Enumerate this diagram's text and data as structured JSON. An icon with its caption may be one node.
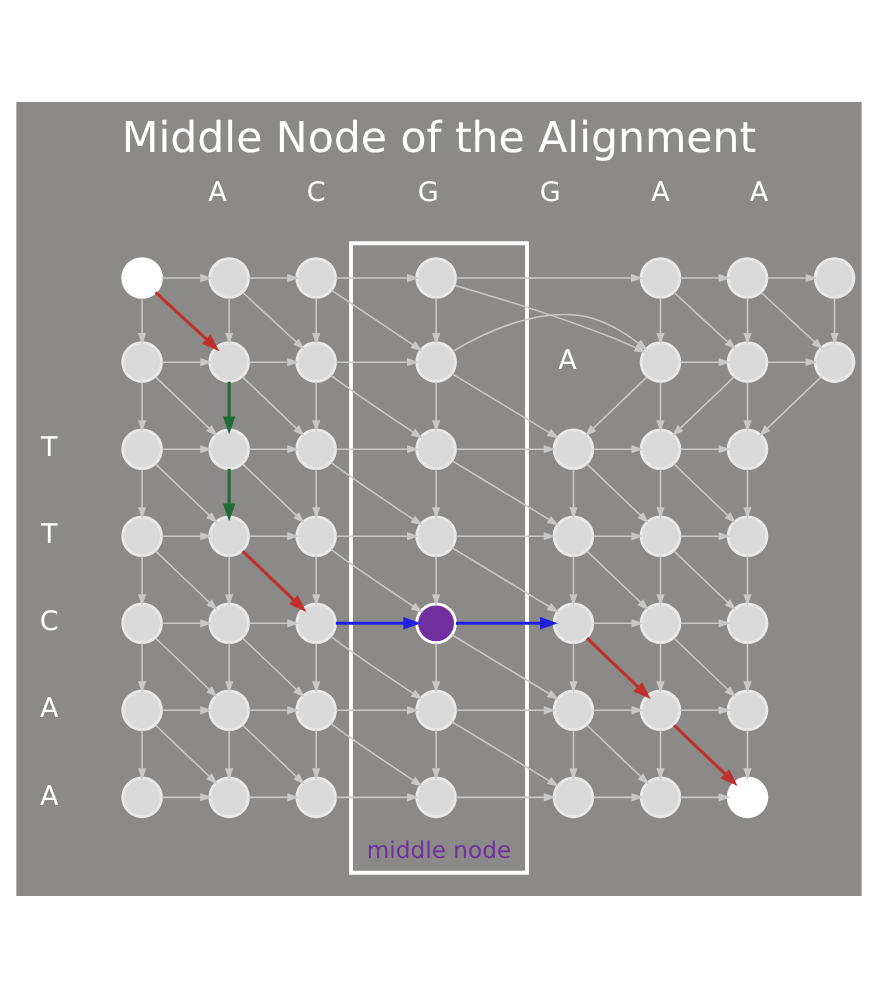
{
  "diagram": {
    "title": "Middle Node of the Alignment",
    "nodes": [
      {
        "text": [
          "middle node"
        ]
      },
      {
        "text": [],
        "shape": "circle"
      },
      {
        "text": [],
        "shape": "circle"
      },
      {
        "text": [],
        "shape": "circle"
      },
      {
        "text": [],
        "shape": "circle",
        "in": 0
      },
      {
        "text": [],
        "shape": "circle"
      },
      {
        "text": [],
        "shape": "circle"
      },
      {
        "text": [],
        "shape": "circle"
      },
      {
        "text": [],
        "shape": "circle"
      },
      {
        "text": [],
        "shape": "circle"
      },
      {
        "text": [],
        "shape": "circle"
      },
      {
        "text": [],
        "shape": "circle",
        "in": 0
      },
      {
        "text": [],
        "shape": "circle"
      },
      {
        "text": [],
        "shape": "circle"
      },
      {
        "text": [],
        "shape": "circle"
      },
      {
        "text": [],
        "shape": "circle"
      },
      {
        "text": [],
        "shape": "circle"
      },
      {
        "text": [],
        "shape": "circle"
      },
      {
        "text": [],
        "shape": "circle",
        "in": 0
      },
      {
        "text": [],
        "shape": "circle"
      },
      {
        "text": [],
        "shape": "circle"
      },
      {
        "text": [],
        "shape": "circle"
      },
      {
        "text": [],
        "shape": "circle"
      },
      {
        "text": [],
        "shape": "circle"
      },
      {
        "text": [],
        "shape": "circle"
      },
      {
        "text": [],
        "shape": "circle",
        "in": 0
      },
      {
        "text": [],
        "shape": "circle"
      },
      {
        "text": [],
        "shape": "circle"
      },
      {
        "text": [],
        "shape": "circle"
      },
      {
        "text": [],
        "shape": "circle"
      },
      {
        "text": [],
        "shape": "circle"
      },
      {
        "text": [],
        "shape": "circle"
      },
      {
        "text": [],
        "shape": "circle",
        "in": 0
      },
      {
        "text": [],
        "shape": "circle"
      },
      {
        "text": [],
        "shape": "circle"
      },
      {
        "text": [],
        "shape": "circle"
      },
      {
        "text": [],
        "shape": "circle"
      },
      {
        "text": [],
        "shape": "circle"
      },
      {
        "text": [],
        "shape": "circle"
      },
      {
        "text": [],
        "shape": "circle",
        "in": 0
      },
      {
        "text": [],
        "shape": "circle"
      },
      {
        "text": [],
        "shape": "circle"
      },
      {
        "text": [],
        "shape": "circle"
      },
      {
        "text": [],
        "shape": "circle"
      },
      {
        "text": [],
        "shape": "circle"
      },
      {
        "text": [],
        "shape": "circle"
      },
      {
        "text": [],
        "shape": "circle",
        "in": 0
      },
      {
        "text": [],
        "shape": "circle"
      },
      {
        "text": [],
        "shape": "circle"
      },
      {
        "text": [],
        "shape": "circle"
      }
    ],
    "edges": [
      {
        "from": 1,
        "to": 2,
        "arrow": "to"
      },
      {
        "from": 1,
        "to": 8,
        "arrow": "to"
      },
      {
        "from": 1,
        "to": 9,
        "arrow": "to",
        "color": "#c0302a"
      },
      {
        "from": 2,
        "to": 3,
        "arrow": "to"
      },
      {
        "from": 2,
        "to": 9,
        "arrow": "to"
      },
      {
        "from": 2,
        "to": 10,
        "arrow": "to"
      },
      {
        "from": 3,
        "to": 4,
        "arrow": "to"
      },
      {
        "from": 3,
        "to": 10,
        "arrow": "to"
      },
      {
        "from": 3,
        "to": 11,
        "arrow": "to"
      },
      {
        "from": 4,
        "to": 5,
        "arrow": "to"
      },
      {
        "from": 4,
        "to": 11,
        "arrow": "to"
      },
      {
        "from": 4,
        "to": 12,
        "arrow": "to"
      },
      {
        "from": 5,
        "to": 6,
        "arrow": "to"
      },
      {
        "from": 5,
        "to": 12,
        "arrow": "to"
      },
      {
        "from": 5,
        "to": 13,
        "arrow": "to"
      },
      {
        "from": 6,
        "to": 7,
        "arrow": "to"
      },
      {
        "from": 6,
        "to": 13,
        "arrow": "to"
      },
      {
        "from": 6,
        "to": 14,
        "arrow": "to"
      },
      {
        "from": 7,
        "to": 14,
        "arrow": "to"
      },
      {
        "from": 8,
        "to": 9,
        "arrow": "to"
      },
      {
        "from": 8,
        "to": 15,
        "arrow": "to"
      },
      {
        "from": 8,
        "to": 16,
        "arrow": "to"
      },
      {
        "from": 9,
        "to": 10,
        "arrow": "to"
      },
      {
        "from": 9,
        "to": 16,
        "arrow": "to",
        "color": "#1e6b35"
      },
      {
        "from": 9,
        "to": 17,
        "arrow": "to"
      },
      {
        "from": 10,
        "to": 11,
        "arrow": "to"
      },
      {
        "from": 10,
        "to": 17,
        "arrow": "to"
      },
      {
        "from": 10,
        "to": 18,
        "arrow": "to"
      },
      {
        "from": 11,
        "to": 12,
        "arrow": "to"
      },
      {
        "from": 11,
        "to": 18,
        "arrow": "to"
      },
      {
        "from": 11,
        "to": 19,
        "arrow": "to"
      },
      {
        "from": 12,
        "to": 13,
        "arrow": "to"
      },
      {
        "from": 12,
        "to": 19,
        "arrow": "to"
      },
      {
        "from": 12,
        "to": 20,
        "arrow": "to"
      },
      {
        "from": 13,
        "to": 14,
        "arrow": "to"
      },
      {
        "from": 13,
        "to": 20,
        "arrow": "to"
      },
      {
        "from": 13,
        "to": 21,
        "arrow": "to"
      },
      {
        "from": 14,
        "to": 21,
        "arrow": "to"
      },
      {
        "from": 15,
        "to": 16,
        "arrow": "to"
      },
      {
        "from": 15,
        "to": 22,
        "arrow": "to"
      },
      {
        "from": 15,
        "to": 23,
        "arrow": "to"
      },
      {
        "from": 16,
        "to": 17,
        "arrow": "to"
      },
      {
        "from": 16,
        "to": 23,
        "arrow": "to",
        "color": "#1e6b35"
      },
      {
        "from": 16,
        "to": 24,
        "arrow": "to"
      },
      {
        "from": 17,
        "to": 18,
        "arrow": "to"
      },
      {
        "from": 17,
        "to": 24,
        "arrow": "to"
      },
      {
        "from": 17,
        "to": 25,
        "arrow": "to"
      },
      {
        "from": 18,
        "to": 19,
        "arrow": "to"
      },
      {
        "from": 18,
        "to": 25,
        "arrow": "to"
      },
      {
        "from": 18,
        "to": 26,
        "arrow": "to"
      },
      {
        "from": 19,
        "to": 20,
        "arrow": "to"
      },
      {
        "from": 19,
        "to": 26,
        "arrow": "to"
      },
      {
        "from": 19,
        "to": 27,
        "arrow": "to"
      },
      {
        "from": 20,
        "to": 21,
        "arrow": "to"
      },
      {
        "from": 20,
        "to": 27,
        "arrow": "to"
      },
      {
        "from": 20,
        "to": 28,
        "arrow": "to"
      },
      {
        "from": 21,
        "to": 28,
        "arrow": "to"
      },
      {
        "from": 22,
        "to": 23,
        "arrow": "to"
      },
      {
        "from": 22,
        "to": 29,
        "arrow": "to"
      },
      {
        "from": 22,
        "to": 30,
        "arrow": "to"
      },
      {
        "from": 23,
        "to": 24,
        "arrow": "to"
      },
      {
        "from": 23,
        "to": 30,
        "arrow": "to"
      },
      {
        "from": 23,
        "to": 31,
        "arrow": "to",
        "color": "#c0302a"
      },
      {
        "from": 24,
        "to": 25,
        "arrow": "to"
      },
      {
        "from": 24,
        "to": 31,
        "arrow": "to"
      },
      {
        "from": 24,
        "to": 32,
        "arrow": "to"
      },
      {
        "from": 25,
        "to": 26,
        "arrow": "to"
      },
      {
        "from": 25,
        "to": 32,
        "arrow": "to"
      },
      {
        "from": 25,
        "to": 33,
        "arrow": "to"
      },
      {
        "from": 26,
        "to": 27,
        "arrow": "to"
      },
      {
        "from": 26,
        "to": 33,
        "arrow": "to"
      },
      {
        "from": 26,
        "to": 34,
        "arrow": "to"
      },
      {
        "from": 27,
        "to": 28,
        "arrow": "to"
      },
      {
        "from": 27,
        "to": 34,
        "arrow": "to"
      },
      {
        "from": 27,
        "to": 35,
        "arrow": "to"
      },
      {
        "from": 28,
        "to": 35,
        "arrow": "to"
      },
      {
        "from": 29,
        "to": 30,
        "arrow": "to"
      },
      {
        "from": 29,
        "to": 36,
        "arrow": "to"
      },
      {
        "from": 29,
        "to": 37,
        "arrow": "to"
      },
      {
        "from": 30,
        "to": 31,
        "arrow": "to"
      },
      {
        "from": 30,
        "to": 37,
        "arrow": "to"
      },
      {
        "from": 30,
        "to": 38,
        "arrow": "to"
      },
      {
        "from": 31,
        "to": 32,
        "arrow": "to",
        "color": "#2020e0"
      },
      {
        "from": 31,
        "to": 38,
        "arrow": "to"
      },
      {
        "from": 31,
        "to": 39,
        "arrow": "to"
      },
      {
        "from": 32,
        "to": 33,
        "arrow": "to",
        "color": "#2020e0"
      },
      {
        "from": 32,
        "to": 39,
        "arrow": "to"
      },
      {
        "from": 32,
        "to": 40,
        "arrow": "to"
      },
      {
        "from": 33,
        "to": 34,
        "arrow": "to"
      },
      {
        "from": 33,
        "to": 40,
        "arrow": "to"
      },
      {
        "from": 33,
        "to": 41,
        "arrow": "to",
        "color": "#c0302a"
      },
      {
        "from": 34,
        "to": 35,
        "arrow": "to"
      },
      {
        "from": 34,
        "to": 41,
        "arrow": "to"
      },
      {
        "from": 34,
        "to": 42,
        "arrow": "to"
      },
      {
        "from": 35,
        "to": 42,
        "arrow": "to"
      },
      {
        "from": 36,
        "to": 37,
        "arrow": "to"
      },
      {
        "from": 36,
        "to": 43,
        "arrow": "to"
      },
      {
        "from": 36,
        "to": 44,
        "arrow": "to"
      },
      {
        "from": 37,
        "to": 38,
        "arrow": "to"
      },
      {
        "from": 37,
        "to": 44,
        "arrow": "to"
      },
      {
        "from": 37,
        "to": 45,
        "arrow": "to"
      },
      {
        "from": 38,
        "to": 39,
        "arrow": "to"
      },
      {
        "from": 38,
        "to": 45,
        "arrow": "to"
      },
      {
        "from": 38,
        "to": 46,
        "arrow": "to"
      },
      {
        "from": 39,
        "to": 40,
        "arrow": "to"
      },
      {
        "from": 39,
        "to": 46,
        "arrow": "to"
      },
      {
        "from": 39,
        "to": 47,
        "arrow": "to"
      },
      {
        "from": 40,
        "to": 41,
        "arrow": "to"
      },
      {
        "from": 40,
        "to": 47,
        "arrow": "to"
      },
      {
        "from": 40,
        "to": 48,
        "arrow": "to"
      },
      {
        "from": 41,
        "to": 42,
        "arrow": "to"
      },
      {
        "from": 41,
        "to": 48,
        "arrow": "to"
      },
      {
        "from": 41,
        "to": 49,
        "arrow": "to",
        "color": "#c0302a"
      },
      {
        "from": 42,
        "to": 49,
        "arrow": "to"
      },
      {
        "from": 43,
        "to": 44,
        "arrow": "to"
      },
      {
        "from": 44,
        "to": 45,
        "arrow": "to"
      },
      {
        "from": 45,
        "to": 46,
        "arrow": "to"
      },
      {
        "from": 46,
        "to": 47,
        "arrow": "to"
      },
      {
        "from": 47,
        "to": 48,
        "arrow": "to"
      },
      {
        "from": 48,
        "to": 49,
        "arrow": "to"
      }
    ],
    "labels": [
      "A",
      "C",
      "G",
      "G",
      "A",
      "A",
      "A",
      "T",
      "T",
      "C",
      "A",
      "A"
    ]
  }
}
